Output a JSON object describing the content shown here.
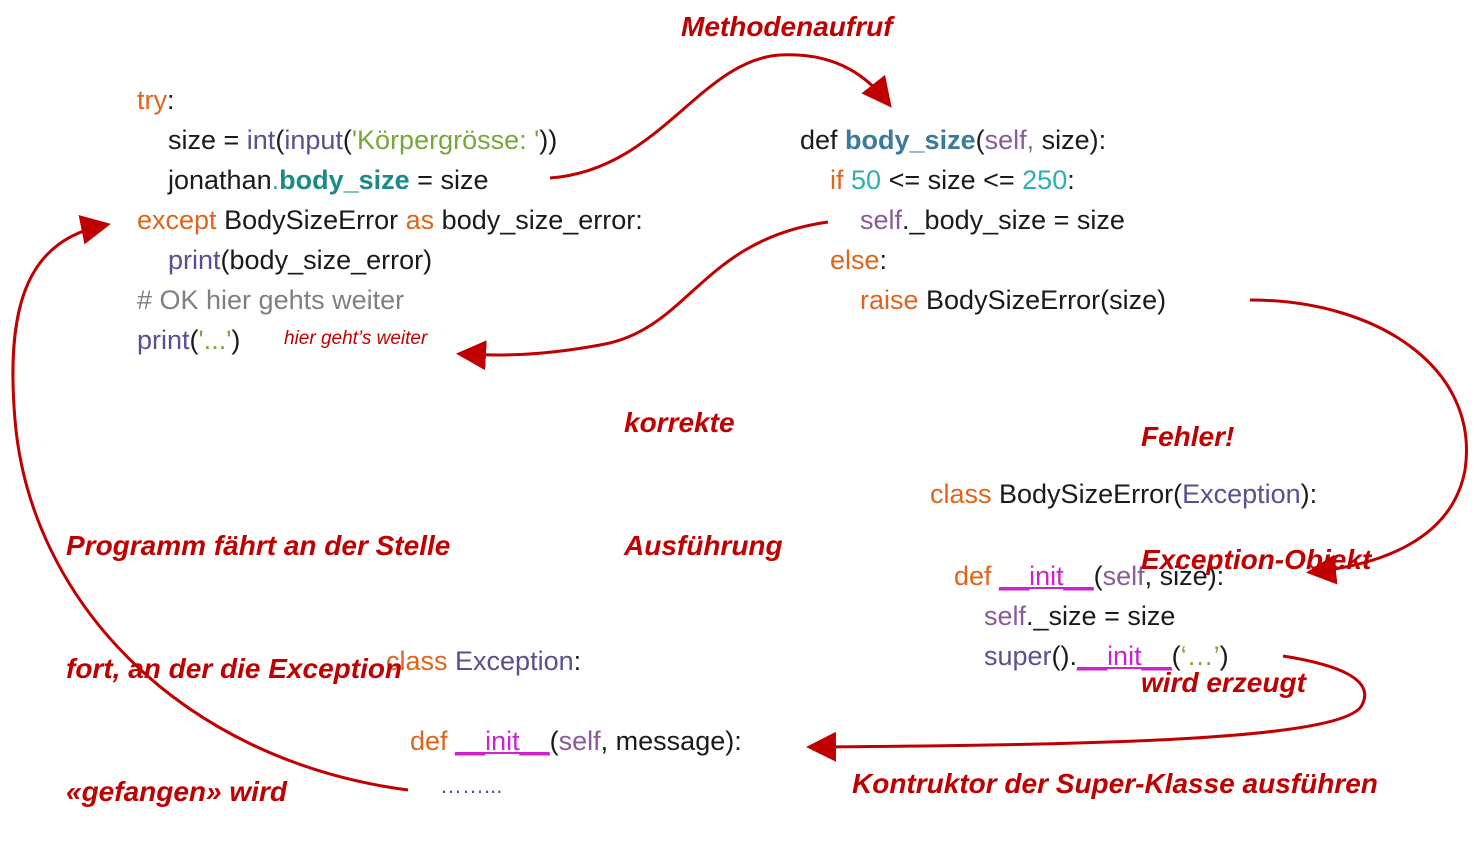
{
  "block_try": {
    "line1": {
      "kw": "try",
      "rest": ":"
    },
    "line2": {
      "a": "size = ",
      "b": "int",
      "c": "(",
      "d": "input",
      "e": "(",
      "f": "'Körpergrösse: '",
      "g": "))"
    },
    "line3": {
      "a": "jonathan",
      "b": ".",
      "c": "body_size",
      "d": " = size"
    },
    "line4": {
      "a": "except",
      "b": " BodySizeError ",
      "c": "as",
      "d": " body_size_error:"
    },
    "line5": {
      "a": "print",
      "b": "(body_size_error)"
    },
    "line6": {
      "a": "# OK hier gehts weiter"
    },
    "line7": {
      "a": "print",
      "b": "(",
      "c": "'...'",
      "d": ")"
    }
  },
  "block_method": {
    "line1": {
      "a": "def ",
      "b": "body_size",
      "c": "(",
      "d": "self",
      "e": ",",
      "f": " size):"
    },
    "line2": {
      "a": "if ",
      "b": "50",
      "c": " <= size <= ",
      "d": "250",
      "e": ":"
    },
    "line3": {
      "a": "self",
      "b": "._body_size = size"
    },
    "line4": {
      "a": "else",
      "b": ":"
    },
    "line5": {
      "a": "raise",
      "b": " BodySizeError(size)"
    }
  },
  "block_bodysizeerror": {
    "line1": {
      "a": "class",
      "b": " BodySizeError(",
      "c": "Exception",
      "d": "):"
    },
    "line2": {
      "a": "def ",
      "b": "__init__",
      "c": "(",
      "d": "self",
      "e": ", size):"
    },
    "line3": {
      "a": "self",
      "b": "._size = size"
    },
    "line4": {
      "a": "super",
      "b": "().",
      "c": "__init__",
      "d": "(",
      "e": "‘…’",
      "f": ")"
    }
  },
  "block_exception": {
    "line1": {
      "a": "class",
      "b": " ",
      "c": "Exception",
      "d": ":"
    },
    "line2": {
      "a": "def ",
      "b": "__init__",
      "c": "(",
      "d": "self",
      "e": ", message):"
    },
    "line3": {
      "a": "……..."
    }
  },
  "annotations": {
    "methodenaufruf": "Methodenaufruf",
    "hier_gehts_weiter": "hier geht’s weiter",
    "korrekte_1": "korrekte",
    "korrekte_2": "Ausführung",
    "fehler_1": "Fehler!",
    "fehler_2": "Exception-Objekt",
    "fehler_3": "wird erzeugt",
    "programm_1": "Programm fährt an der Stelle",
    "programm_2": "fort, an der die Exception",
    "programm_3": "«gefangen» wird",
    "konstruktor": "Kontruktor der Super-Klasse ausführen"
  },
  "colors": {
    "keyword": "#e0641a",
    "function": "#5a4f8f",
    "string": "#77a83a",
    "number": "#2bb0b0",
    "dunder": "#cc22cc",
    "annotation": "#c00000"
  }
}
